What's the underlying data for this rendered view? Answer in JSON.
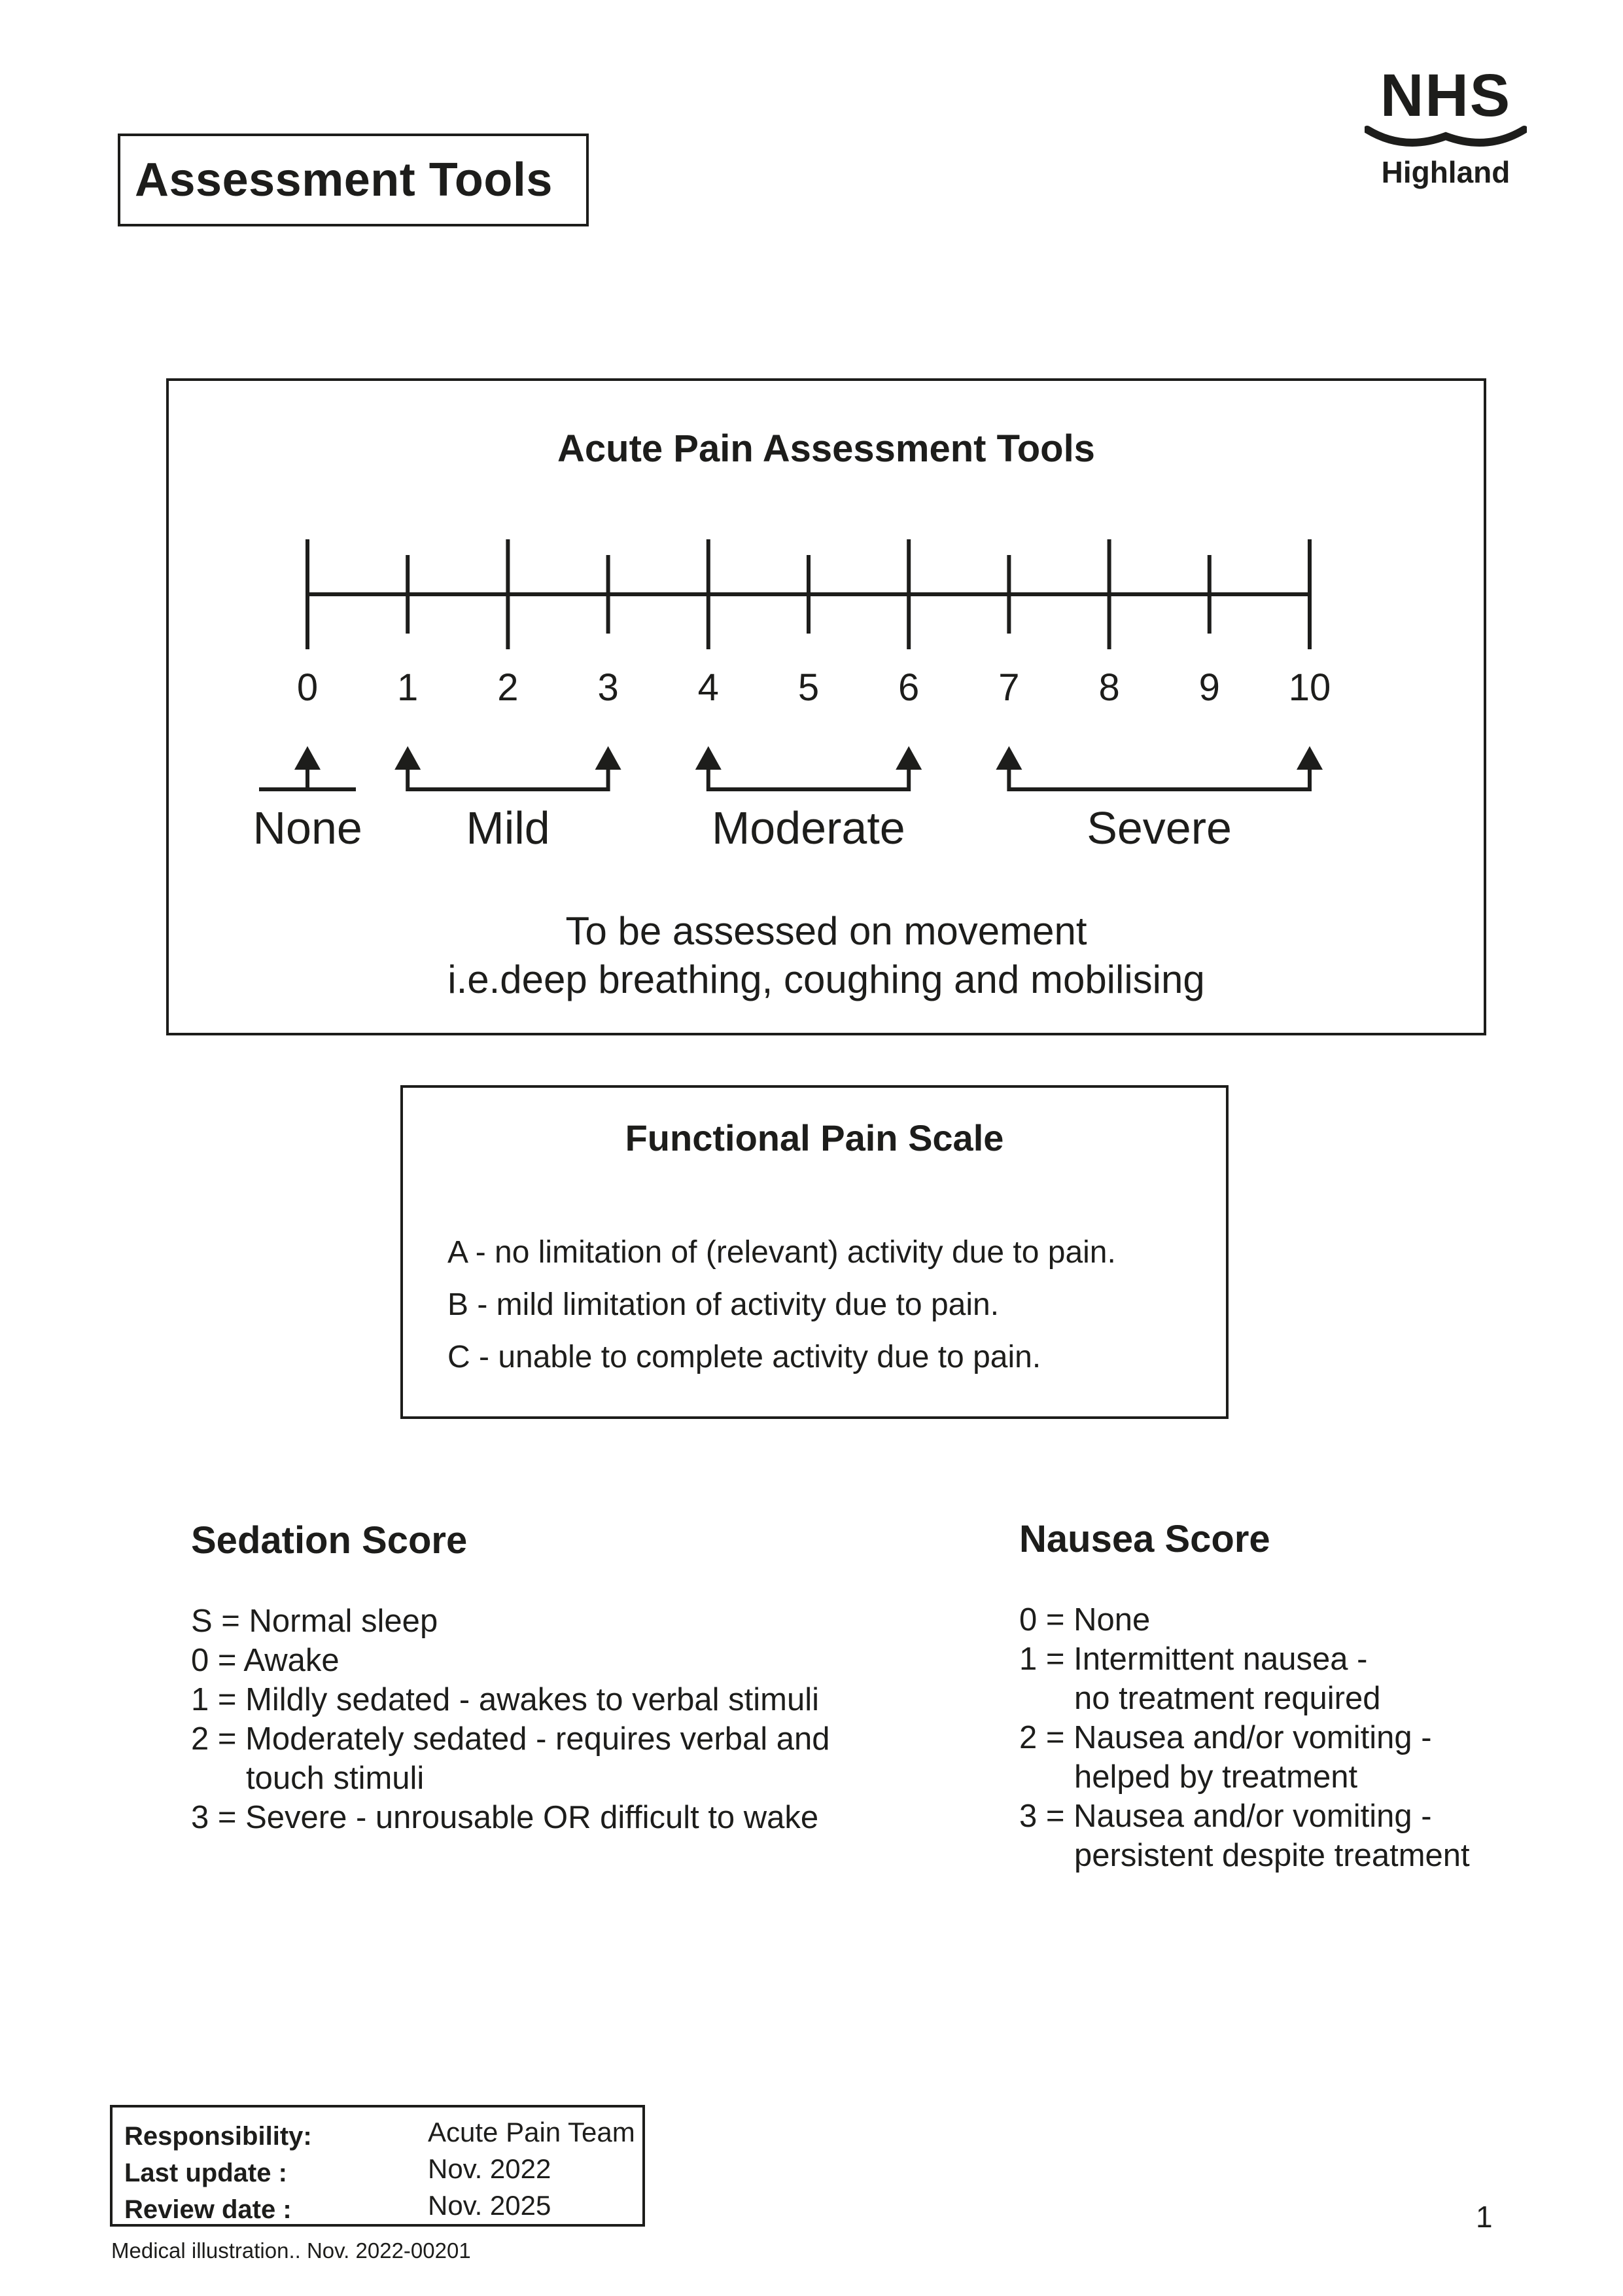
{
  "header": {
    "title": "Assessment Tools",
    "logo": {
      "org": "NHS",
      "region": "Highland",
      "icon": "nhs-highland-wave-icon"
    }
  },
  "acute_pain": {
    "title": "Acute Pain Assessment Tools",
    "scale": {
      "min": 0,
      "max": 10,
      "numbers": [
        "0",
        "1",
        "2",
        "3",
        "4",
        "5",
        "6",
        "7",
        "8",
        "9",
        "10"
      ],
      "major_ticks": [
        0,
        2,
        4,
        6,
        8,
        10
      ],
      "categories": [
        {
          "label": "None",
          "from": 0,
          "to": 0
        },
        {
          "label": "Mild",
          "from": 1,
          "to": 3
        },
        {
          "label": "Moderate",
          "from": 4,
          "to": 6
        },
        {
          "label": "Severe",
          "from": 7,
          "to": 10
        }
      ]
    },
    "note_line1": "To be assessed on movement",
    "note_line2": "i.e.deep breathing, coughing and mobilising"
  },
  "functional": {
    "title": "Functional Pain Scale",
    "items": [
      "A - no limitation of (relevant) activity due to pain.",
      "B - mild limitation of activity due to pain.",
      "C - unable to complete activity due to pain."
    ]
  },
  "sedation": {
    "title": "Sedation Score",
    "items": [
      {
        "text": "S = Normal sleep",
        "cont": ""
      },
      {
        "text": "0 = Awake",
        "cont": ""
      },
      {
        "text": "1 = Mildly sedated - awakes to verbal stimuli",
        "cont": ""
      },
      {
        "text": "2 = Moderately sedated - requires verbal and",
        "cont": "touch stimuli"
      },
      {
        "text": "3 = Severe - unrousable OR difficult to wake",
        "cont": ""
      }
    ]
  },
  "nausea": {
    "title": "Nausea Score",
    "items": [
      {
        "text": "0 = None",
        "cont": ""
      },
      {
        "text": "1 = Intermittent nausea -",
        "cont": "no treatment required"
      },
      {
        "text": "2 = Nausea and/or vomiting -",
        "cont": "helped by treatment"
      },
      {
        "text": "3 = Nausea and/or vomiting -",
        "cont": "persistent despite treatment"
      }
    ]
  },
  "footer": {
    "responsibility_label": "Responsibility:",
    "responsibility_value": "Acute Pain Team",
    "last_update_label": "Last update :",
    "last_update_value": "Nov. 2022",
    "review_label": "Review date :",
    "review_value": "Nov. 2025",
    "credit": "Medical illustration.. Nov. 2022-00201",
    "page_number": "1"
  }
}
